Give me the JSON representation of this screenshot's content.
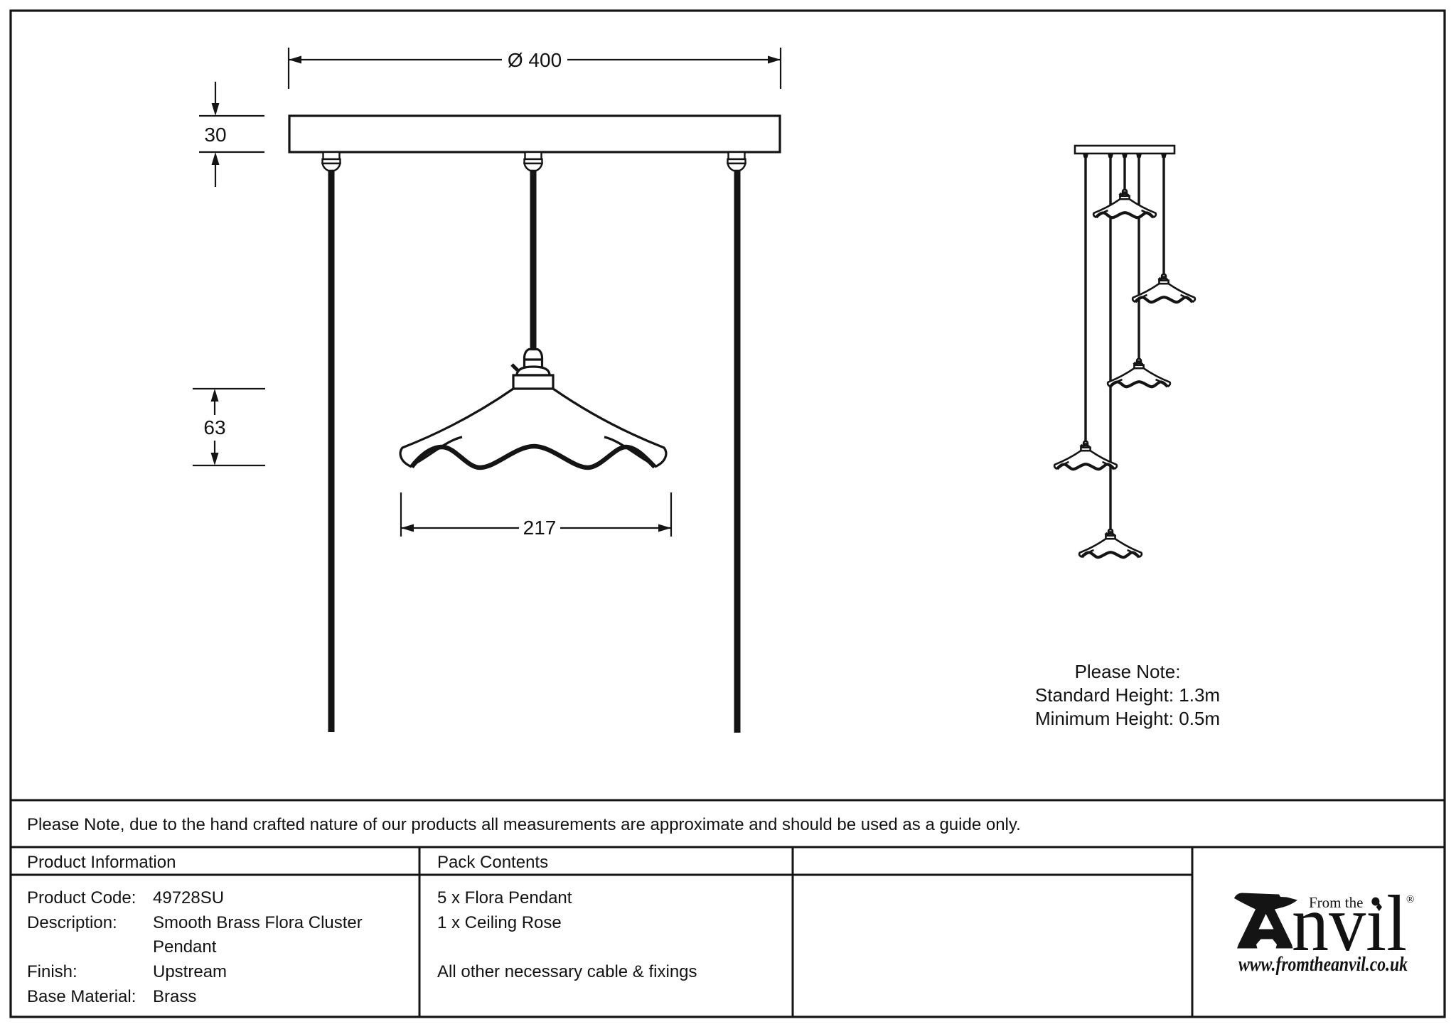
{
  "colors": {
    "line": "#141414",
    "background": "#ffffff"
  },
  "drawing": {
    "dimensions": {
      "plate_diameter": "Ø 400",
      "plate_thickness": "30",
      "shade_height": "63",
      "shade_diameter": "217"
    },
    "note": {
      "line1": "Please Note:",
      "line2": "Standard Height: 1.3m",
      "line3": "Minimum Height: 0.5m"
    },
    "cluster_pendant_count": "5"
  },
  "footer": {
    "disclaimer": "Please Note, due to the hand crafted nature of our products all measurements are approximate and should be used as a guide only.",
    "product_information": {
      "header": "Product Information",
      "rows": [
        {
          "label": "Product Code:",
          "value": "49728SU"
        },
        {
          "label": "Description:",
          "value": "Smooth Brass Flora Cluster"
        },
        {
          "label": "",
          "value": "Pendant"
        },
        {
          "label": "Finish:",
          "value": "Upstream"
        },
        {
          "label": "Base Material:",
          "value": "Brass"
        }
      ]
    },
    "pack_contents": {
      "header": "Pack Contents",
      "items": [
        "5 x Flora Pendant",
        "1 x Ceiling Rose",
        "",
        "All other necessary cable & fixings"
      ]
    },
    "brand": {
      "icon": "anvil-icon",
      "from_the": "From the",
      "name_rest": "nvil",
      "diamond": "♦",
      "registered": "®",
      "website": "www.fromtheanvil.co.uk"
    }
  }
}
